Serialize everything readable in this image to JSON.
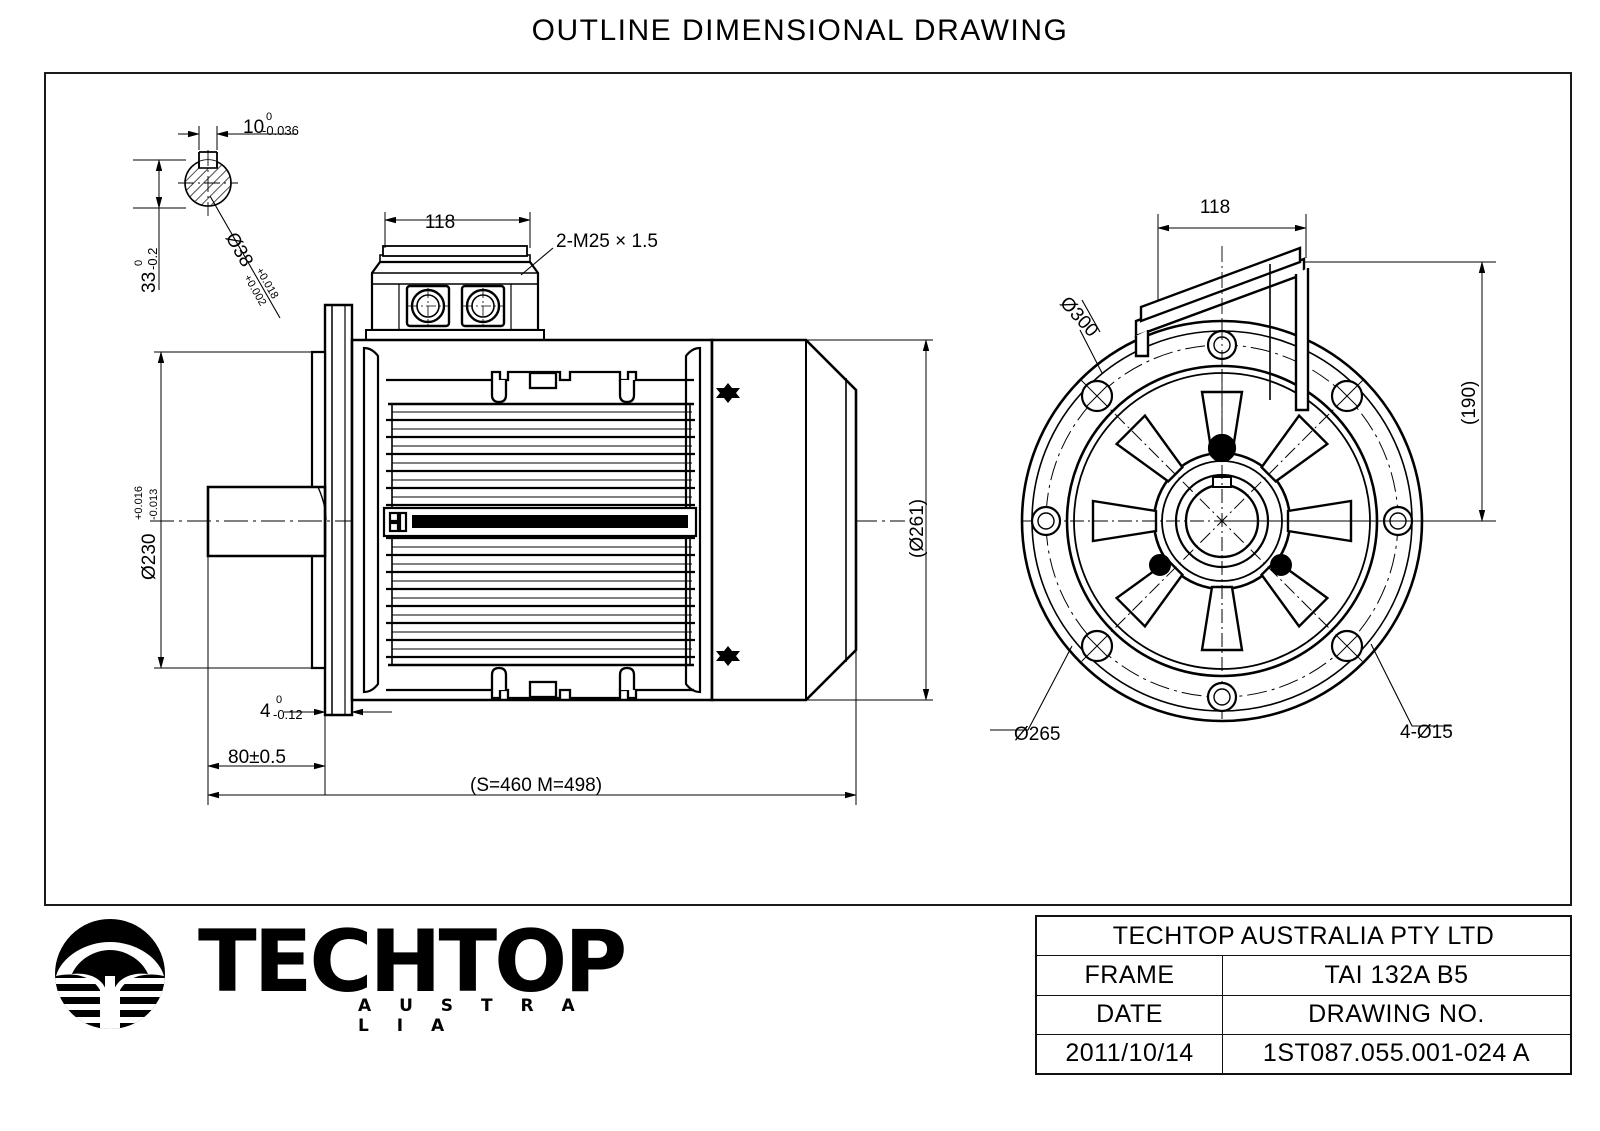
{
  "document": {
    "title": "OUTLINE DIMENSIONAL DRAWING"
  },
  "side_view": {
    "shaft_detail": {
      "key_width": "10",
      "key_width_tol_upper": "0",
      "key_width_tol_lower": "-0.036",
      "key_height": "33",
      "key_height_tol_upper": "0",
      "key_height_tol_lower": "-0.2",
      "shaft_dia": "Ø38",
      "shaft_dia_tol_upper": "+0.018",
      "shaft_dia_tol_lower": "+0.002"
    },
    "terminal_box_width": "118",
    "cable_gland": "2-M25 × 1.5",
    "flange_spigot_dia": "Ø230",
    "flange_spigot_tol_upper": "+0.016",
    "flange_spigot_tol_lower": "-0.013",
    "flange_thickness": "4",
    "flange_thickness_tol_upper": "0",
    "flange_thickness_tol_lower": "-0.12",
    "shaft_extension": "80±0.5",
    "overall_length": "(S=460  M=498)",
    "body_dia": "(Ø261)"
  },
  "end_view": {
    "box_width": "118",
    "flange_outer_dia": "Ø300",
    "bolt_circle_dia": "Ø265",
    "bolt_holes": "4-Ø15",
    "box_height": "(190)"
  },
  "title_block": {
    "company": "TECHTOP AUSTRALIA PTY LTD",
    "frame_label": "FRAME",
    "frame_value": "TAI 132A B5",
    "date_label": "DATE",
    "drawing_no_label": "DRAWING NO.",
    "date_value": "2011/10/14",
    "drawing_no_value": "1ST087.055.001-024 A"
  },
  "logo": {
    "wordmark": "TECHTOP",
    "subtitle": "A U S T R A L I A"
  },
  "colors": {
    "ink": "#000000",
    "paper": "#ffffff",
    "border": "#1a1a1a"
  }
}
